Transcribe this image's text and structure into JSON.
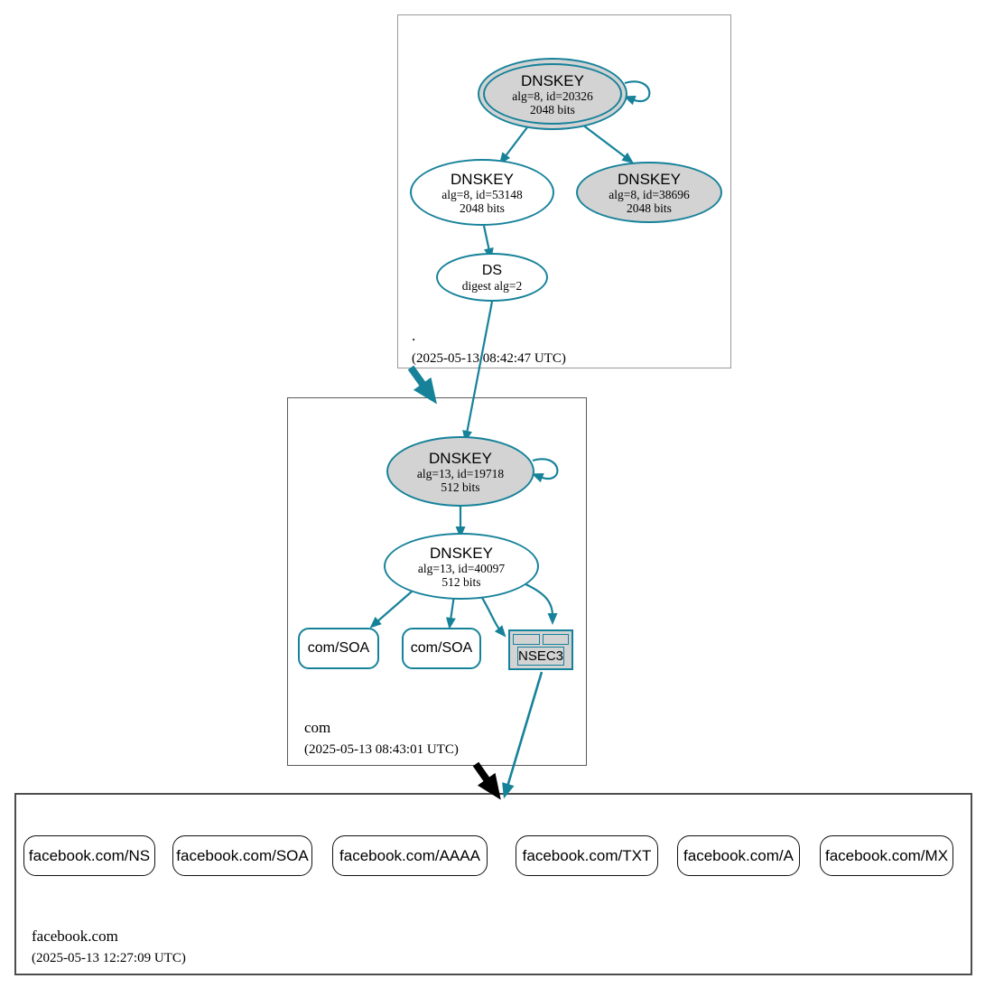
{
  "colors": {
    "secure_teal": "#16829a",
    "node_fill": "#d3d3d3",
    "edge_black": "#000000",
    "box_root": "#9a9a9a",
    "box_com": "#5a5a5a",
    "box_leaf": "#4d4d4d"
  },
  "zones": [
    {
      "name": ".",
      "timestamp": "(2025-05-13 08:42:47 UTC)",
      "nodes": {
        "ksk": {
          "title": "DNSKEY",
          "detail1": "alg=8, id=20326",
          "detail2": "2048 bits"
        },
        "zsk": {
          "title": "DNSKEY",
          "detail1": "alg=8, id=53148",
          "detail2": "2048 bits"
        },
        "key2": {
          "title": "DNSKEY",
          "detail1": "alg=8, id=38696",
          "detail2": "2048 bits"
        },
        "ds": {
          "title": "DS",
          "detail1": "digest alg=2"
        }
      }
    },
    {
      "name": "com",
      "timestamp": "(2025-05-13 08:43:01 UTC)",
      "nodes": {
        "ksk": {
          "title": "DNSKEY",
          "detail1": "alg=13, id=19718",
          "detail2": "512 bits"
        },
        "zsk": {
          "title": "DNSKEY",
          "detail1": "alg=13, id=40097",
          "detail2": "512 bits"
        },
        "soa1": {
          "label": "com/SOA"
        },
        "soa2": {
          "label": "com/SOA"
        },
        "nsec3": {
          "label": "NSEC3"
        }
      }
    },
    {
      "name": "facebook.com",
      "timestamp": "(2025-05-13 12:27:09 UTC)",
      "rrsets": [
        "facebook.com/NS",
        "facebook.com/SOA",
        "facebook.com/AAAA",
        "facebook.com/TXT",
        "facebook.com/A",
        "facebook.com/MX"
      ]
    }
  ]
}
